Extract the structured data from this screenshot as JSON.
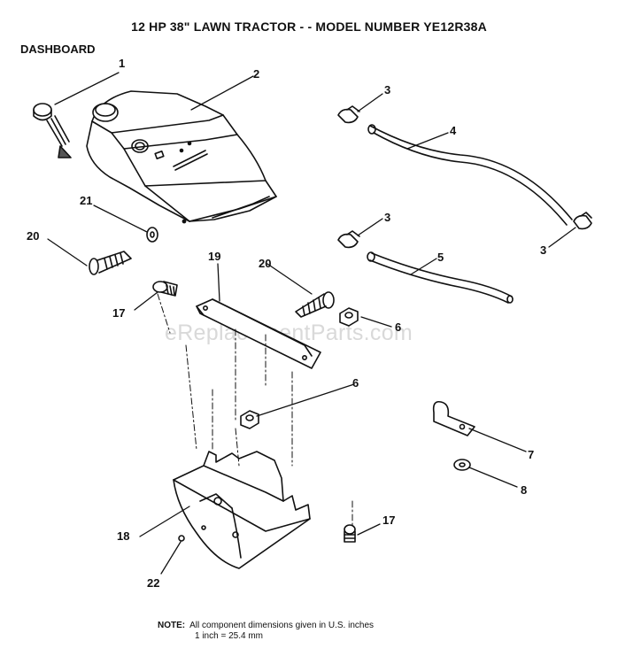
{
  "title": "12 HP 38\" LAWN TRACTOR - - MODEL NUMBER YE12R38A",
  "section": "DASHBOARD",
  "watermark": "eReplacementParts.com",
  "note": {
    "label": "NOTE:",
    "line1": "All component dimensions given in U.S. inches",
    "line2": "1 inch = 25.4 mm"
  },
  "callouts": [
    {
      "id": "c1",
      "text": "1"
    },
    {
      "id": "c2",
      "text": "2"
    },
    {
      "id": "c3a",
      "text": "3"
    },
    {
      "id": "c3b",
      "text": "3"
    },
    {
      "id": "c3c",
      "text": "3"
    },
    {
      "id": "c4",
      "text": "4"
    },
    {
      "id": "c5",
      "text": "5"
    },
    {
      "id": "c6a",
      "text": "6"
    },
    {
      "id": "c6b",
      "text": "6"
    },
    {
      "id": "c7",
      "text": "7"
    },
    {
      "id": "c8",
      "text": "8"
    },
    {
      "id": "c17a",
      "text": "17"
    },
    {
      "id": "c17b",
      "text": "17"
    },
    {
      "id": "c18",
      "text": "18"
    },
    {
      "id": "c19",
      "text": "19"
    },
    {
      "id": "c20a",
      "text": "20"
    },
    {
      "id": "c20b",
      "text": "20"
    },
    {
      "id": "c21",
      "text": "21"
    },
    {
      "id": "c22",
      "text": "22"
    }
  ]
}
